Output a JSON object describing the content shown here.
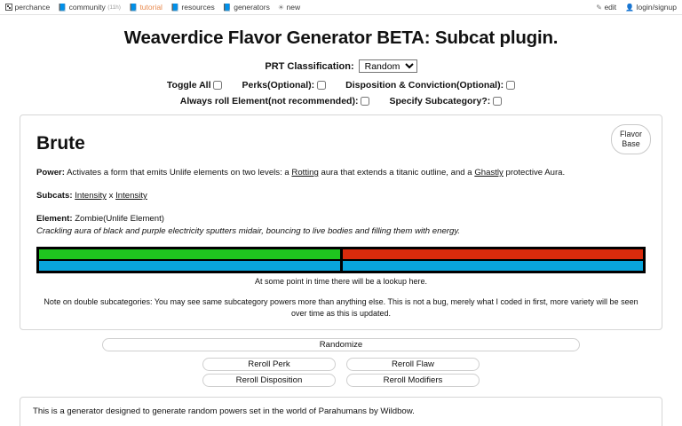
{
  "nav": {
    "left": [
      {
        "icon": "perchance-logo-icon",
        "label": "perchance",
        "accent": false,
        "sub": ""
      },
      {
        "icon": "book-icon",
        "label": "community",
        "accent": false,
        "sub": "(11h)"
      },
      {
        "icon": "book-icon",
        "label": "tutorial",
        "accent": true,
        "sub": ""
      },
      {
        "icon": "book-icon",
        "label": "resources",
        "accent": false,
        "sub": ""
      },
      {
        "icon": "book-icon",
        "label": "generators",
        "accent": false,
        "sub": ""
      },
      {
        "icon": "globe-icon",
        "label": "new",
        "accent": false,
        "sub": ""
      }
    ],
    "right": [
      {
        "icon": "pencil-icon",
        "label": "edit"
      },
      {
        "icon": "person-icon",
        "label": "login/signup"
      }
    ]
  },
  "title": "Weaverdice Flavor Generator BETA: Subcat plugin.",
  "controls": {
    "prt_label": "PRT Classification:",
    "prt_value": "Random",
    "prt_options": [
      "Random"
    ],
    "row1": [
      {
        "label": "Toggle All",
        "checked": false
      },
      {
        "label": "Perks(Optional):",
        "checked": false
      },
      {
        "label": "Disposition & Conviction(Optional):",
        "checked": false
      }
    ],
    "row2": [
      {
        "label": "Always roll Element(not recommended):",
        "checked": false
      },
      {
        "label": "Specify Subcategory?:",
        "checked": false
      }
    ]
  },
  "result": {
    "heading": "Brute",
    "flavor_button": "Flavor\nBase",
    "power_label": "Power:",
    "power_part1": " Activates a form that emits Unlife elements on two levels: a ",
    "power_link1": "Rotting",
    "power_part2": " aura that extends a titanic outline, and a ",
    "power_link2": "Ghastly",
    "power_part3": " protective Aura.",
    "subcats_label": "Subcats:",
    "subcat_a": "Intensity",
    "subcat_sep": " x ",
    "subcat_b": "Intensity",
    "element_label": "Element:",
    "element_value": " Zombie(Unlife Element)",
    "element_desc": "Crackling aura of black and purple electricity sputters midair, bouncing to live bodies and filling them with energy.",
    "lookup_note": "At some point in time there will be a lookup here.",
    "double_note": "Note on double subcategories: You may see same subcategory powers more than anything else. This is not a bug, merely what I coded in first, more variety will be seen over time as this is updated.",
    "bars": {
      "top_left_color": "#1fc41f",
      "top_right_color": "#d92b0c",
      "bottom_left_color": "#09a5dc",
      "bottom_right_color": "#09a5dc",
      "frame_color": "#000000",
      "split_ratio": 50
    }
  },
  "actions": {
    "randomize": "Randomize",
    "reroll_perk": "Reroll Perk",
    "reroll_flaw": "Reroll Flaw",
    "reroll_disposition": "Reroll Disposition",
    "reroll_modifiers": "Reroll Modifiers"
  },
  "footer": {
    "text": "This is a generator designed to generate random powers set in the world of Parahumans by Wildbow."
  }
}
